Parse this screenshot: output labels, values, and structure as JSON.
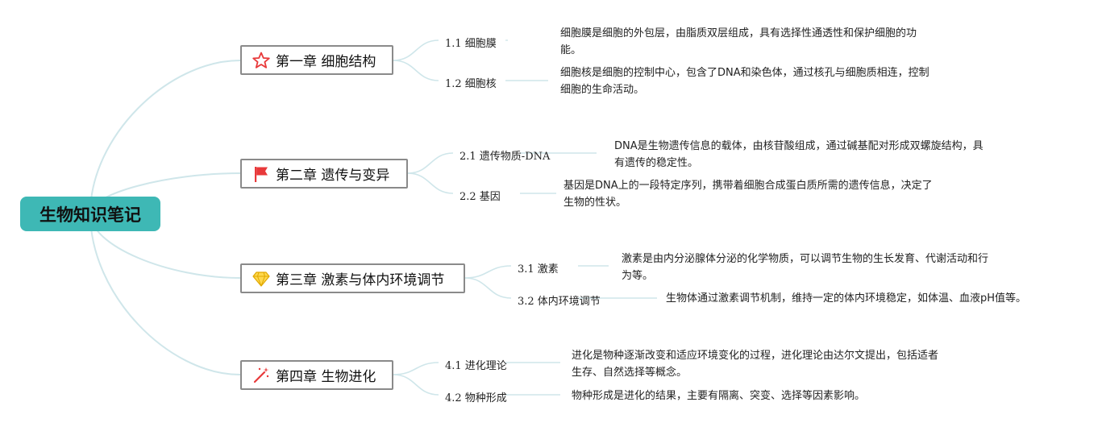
{
  "root": {
    "title": "生物知识笔记",
    "color": "#3eb8b5"
  },
  "colors": {
    "link": "#cfe6ea",
    "border": "#8a8a8a"
  },
  "chapters": [
    {
      "title": "第一章 细胞结构",
      "icon": "star-icon",
      "topics": [
        {
          "label": "1.1 细胞膜",
          "lines": [
            "细胞膜是细胞的外包层，由脂质双层组成，具有选择性通透性和保护细胞的功",
            "能。"
          ]
        },
        {
          "label": "1.2 细胞核",
          "lines": [
            "细胞核是细胞的控制中心，包含了DNA和染色体，通过核孔与细胞质相连，控制",
            "细胞的生命活动。"
          ]
        }
      ]
    },
    {
      "title": "第二章 遗传与变异",
      "icon": "flag-icon",
      "topics": [
        {
          "label": "2.1 遗传物质-DNA",
          "lines": [
            "DNA是生物遗传信息的载体，由核苷酸组成，通过碱基配对形成双螺旋结构，具",
            "有遗传的稳定性。"
          ]
        },
        {
          "label": "2.2 基因",
          "lines": [
            "基因是DNA上的一段特定序列，携带着细胞合成蛋白质所需的遗传信息，决定了",
            "生物的性状。"
          ]
        }
      ]
    },
    {
      "title": "第三章 激素与体内环境调节",
      "icon": "diamond-icon",
      "topics": [
        {
          "label": "3.1 激素",
          "lines": [
            "激素是由内分泌腺体分泌的化学物质，可以调节生物的生长发育、代谢活动和行",
            "为等。"
          ]
        },
        {
          "label": "3.2 体内环境调节",
          "lines": [
            "生物体通过激素调节机制，维持一定的体内环境稳定，如体温、血液pH值等。"
          ]
        }
      ]
    },
    {
      "title": "第四章 生物进化",
      "icon": "magic-wand-icon",
      "topics": [
        {
          "label": "4.1 进化理论",
          "lines": [
            "进化是物种逐渐改变和适应环境变化的过程，进化理论由达尔文提出，包括适者",
            "生存、自然选择等概念。"
          ]
        },
        {
          "label": "4.2 物种形成",
          "lines": [
            "物种形成是进化的结果，主要有隔离、突变、选择等因素影响。"
          ]
        }
      ]
    }
  ]
}
